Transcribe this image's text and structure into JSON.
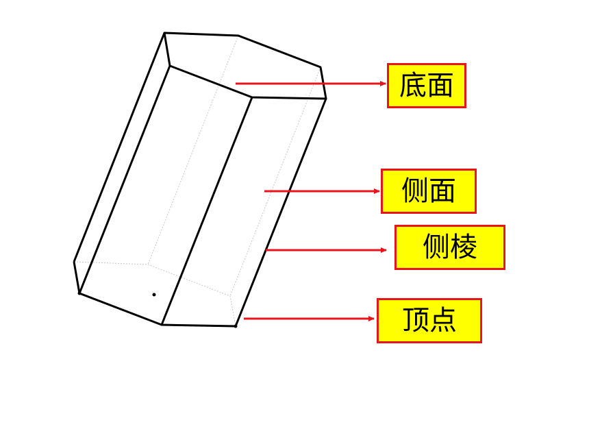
{
  "labels": {
    "base": "底面",
    "lateral_face": "侧面",
    "lateral_edge": "侧棱",
    "vertex": "顶点"
  },
  "colors": {
    "box_fill": "#ffff00",
    "box_border": "#e8141b",
    "arrow": "#e8141b",
    "edge": "#000000",
    "hidden_edge": "#c8c8c8"
  }
}
